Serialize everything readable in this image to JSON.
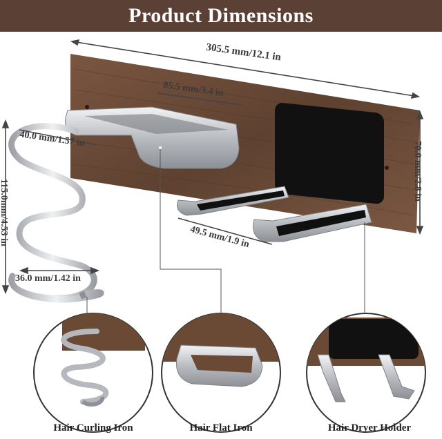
{
  "header": {
    "title": "Product  Dimensions"
  },
  "dimensions": {
    "total_length": "305.5 mm/12.1 in",
    "flat_holder_length": "85.5 mm/3.4 in",
    "spiral_width": "40.0 mm/1.57 in",
    "height": "70.0 mm/2.8 in",
    "spiral_height": "115.0mm/4.53 in",
    "dryer_hook_length": "49.5 mm/1.9 in",
    "spiral_inner": "36.0 mm/1.42 in"
  },
  "callouts": {
    "curling": "Hair Curling Iron",
    "flat": "Hair Flat Iron",
    "dryer": "Hair Dryer Holder"
  },
  "colors": {
    "banner": "#5a4035",
    "wood": "#6b4a35",
    "metal": "#c9ccd0",
    "black_pad": "#111111"
  }
}
